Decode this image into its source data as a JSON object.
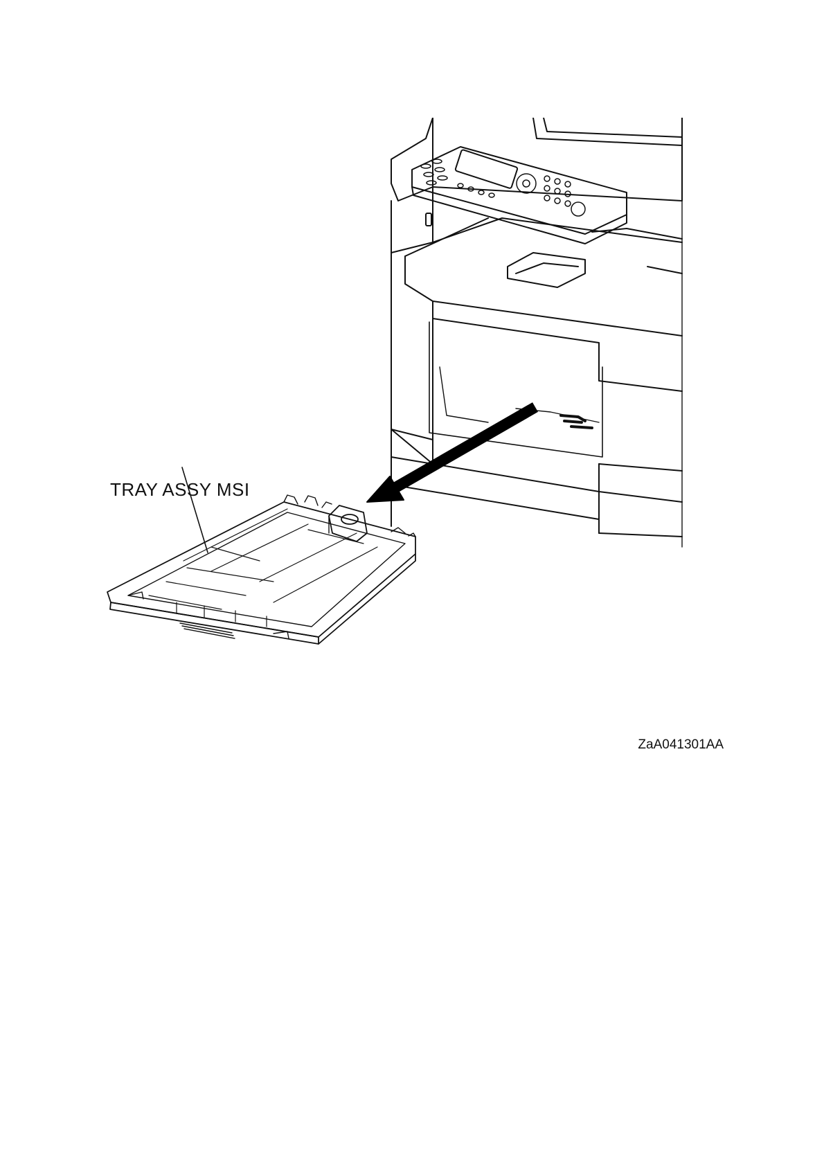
{
  "figure": {
    "callout_label": "TRAY ASSY MSI",
    "figure_id": "ZaA041301AA",
    "icons": [
      "printer-illustration",
      "removal-arrow",
      "tray-illustration"
    ],
    "colors": {
      "line": "#111111",
      "background": "#ffffff",
      "arrow": "#000000"
    }
  }
}
